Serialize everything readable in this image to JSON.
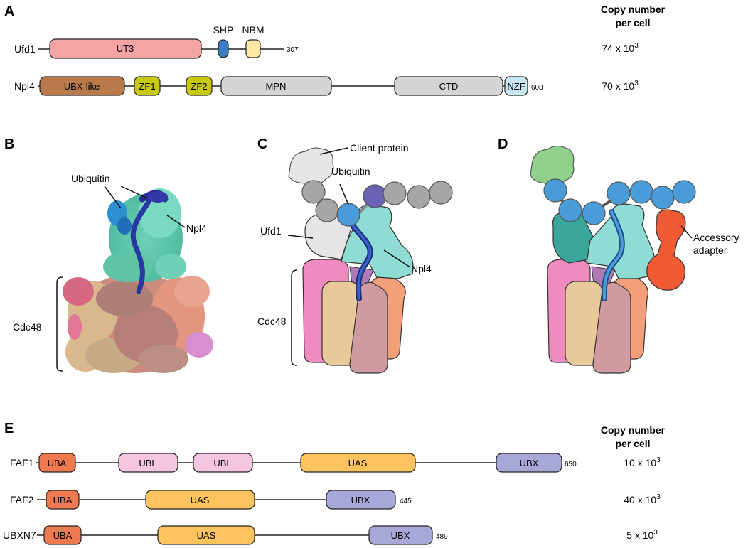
{
  "panels": {
    "a": "A",
    "b": "B",
    "c": "C",
    "d": "D",
    "e": "E"
  },
  "copy_header": {
    "line1": "Copy number",
    "line2": "per cell"
  },
  "top": {
    "ufd1": {
      "name": "Ufd1",
      "ut3": "UT3",
      "shp": "SHP",
      "nbm": "NBM",
      "length": "307",
      "copy_base": "74 x 10",
      "copy_exp": "3"
    },
    "npl4": {
      "name": "Npl4",
      "ubx_like": "UBX-like",
      "zf1": "ZF1",
      "zf2": "ZF2",
      "mpn": "MPN",
      "ctd": "CTD",
      "nzf": "NZF",
      "length": "608",
      "copy_base": "70 x 10",
      "copy_exp": "3"
    }
  },
  "panel_b": {
    "ubiquitin": "Ubiquitin",
    "npl4": "Npl4",
    "cdc48": "Cdc48"
  },
  "panel_c": {
    "client": "Client protein",
    "ubiquitin": "Ubiquitin",
    "ufd1": "Ufd1",
    "npl4": "Npl4",
    "cdc48": "Cdc48"
  },
  "panel_d": {
    "accessory_line1": "Accessory",
    "accessory_line2": "adapter"
  },
  "bottom": {
    "faf1": {
      "name": "FAF1",
      "uba": "UBA",
      "ubl1": "UBL",
      "ubl2": "UBL",
      "uas": "UAS",
      "ubx": "UBX",
      "length": "650",
      "copy_base": "10 x 10",
      "copy_exp": "3"
    },
    "faf2": {
      "name": "FAF2",
      "uba": "UBA",
      "uas": "UAS",
      "ubx": "UBX",
      "length": "445",
      "copy_base": "40 x 10",
      "copy_exp": "3"
    },
    "ubxn7": {
      "name": "UBXN7",
      "uba": "UBA",
      "uas": "UAS",
      "ubx": "UBX",
      "length": "489",
      "copy_base": "5 x 10",
      "copy_exp": "3"
    }
  },
  "colors": {
    "ut3": "#f5a3a3",
    "shp": "#3a7fc4",
    "nbm": "#fde8a6",
    "ubx_like": "#b87a4b",
    "zf": "#c8c80e",
    "mpn": "#d4d4d4",
    "nzf": "#c6e7f2",
    "uba": "#f07a4f",
    "ubl": "#f6c6e0",
    "uas": "#fcc35e",
    "ubx": "#a8a8d8",
    "ubiquitin_blue": "#4a9cd8",
    "ubiquitin_grey": "#a0a0a0",
    "npl4": "#8fdcd4",
    "cdc48_pink": "#f08bc0",
    "cdc48_tan": "#e9c89a",
    "cdc48_salmon": "#f3a07a",
    "cdc48_mauve": "#cf9aa0"
  }
}
